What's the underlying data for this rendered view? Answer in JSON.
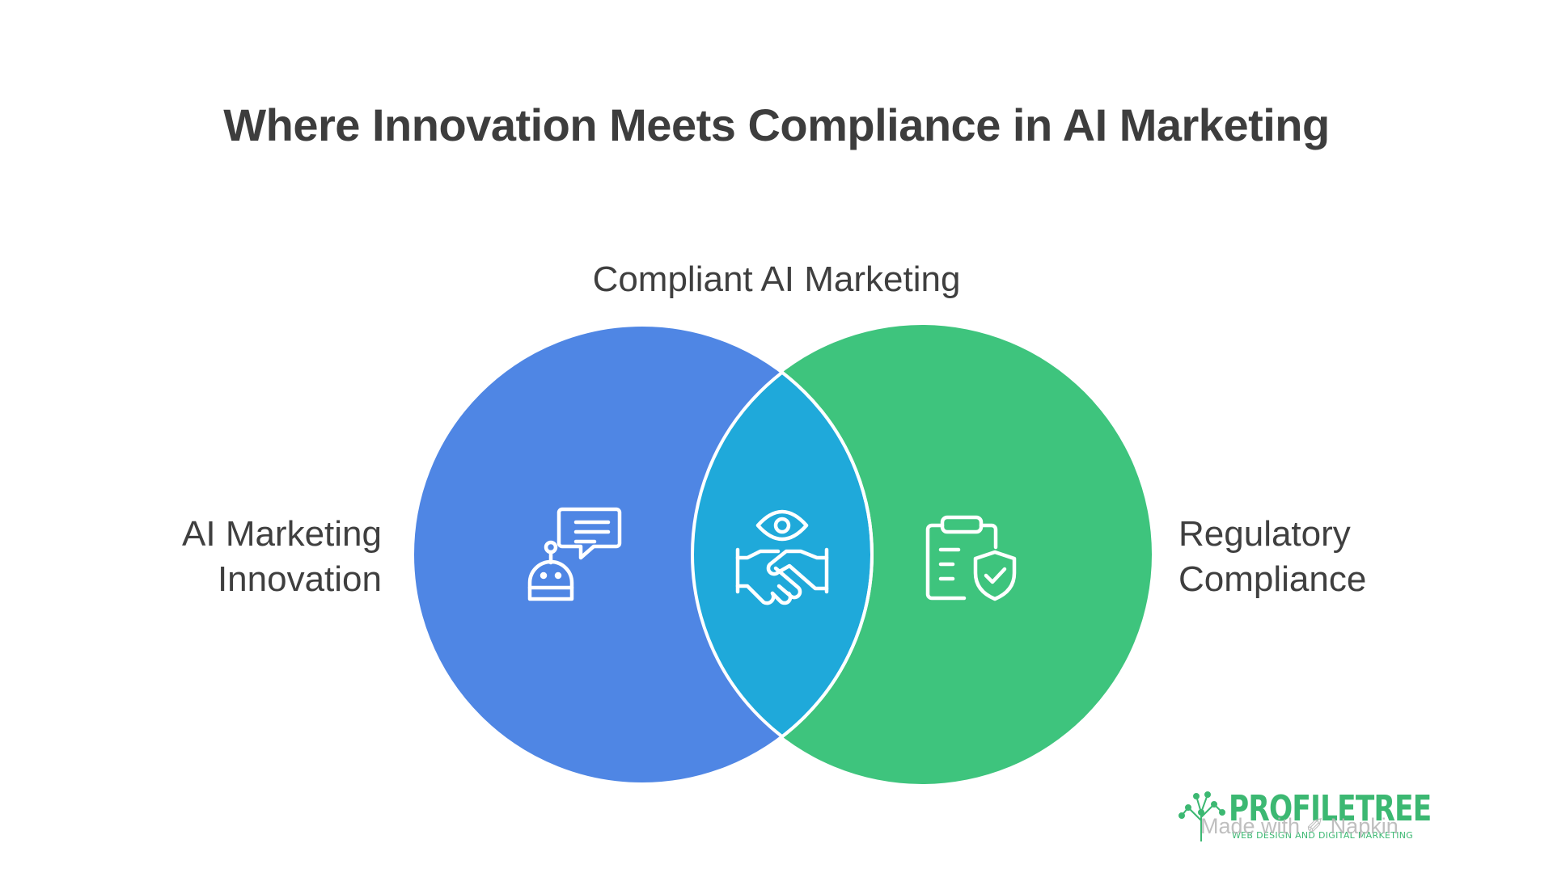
{
  "title": "Where Innovation Meets Compliance in AI Marketing",
  "sets": {
    "left": {
      "label_line1": "AI Marketing",
      "label_line2": "Innovation",
      "color": "#4f86e4",
      "icon": "robot-chat-icon"
    },
    "right": {
      "label_line1": "Regulatory",
      "label_line2": "Compliance",
      "color": "#3ec47d",
      "icon": "clipboard-shield-icon"
    },
    "overlap": {
      "label": "Compliant AI Marketing",
      "color": "#1fa9da",
      "icon": "handshake-eye-icon"
    }
  },
  "logo": {
    "name": "PROFILETREE",
    "tagline": "WEB DESIGN AND DIGITAL MARKETING",
    "color": "#3cb872"
  },
  "watermark": "Made with ✐ Napkin"
}
